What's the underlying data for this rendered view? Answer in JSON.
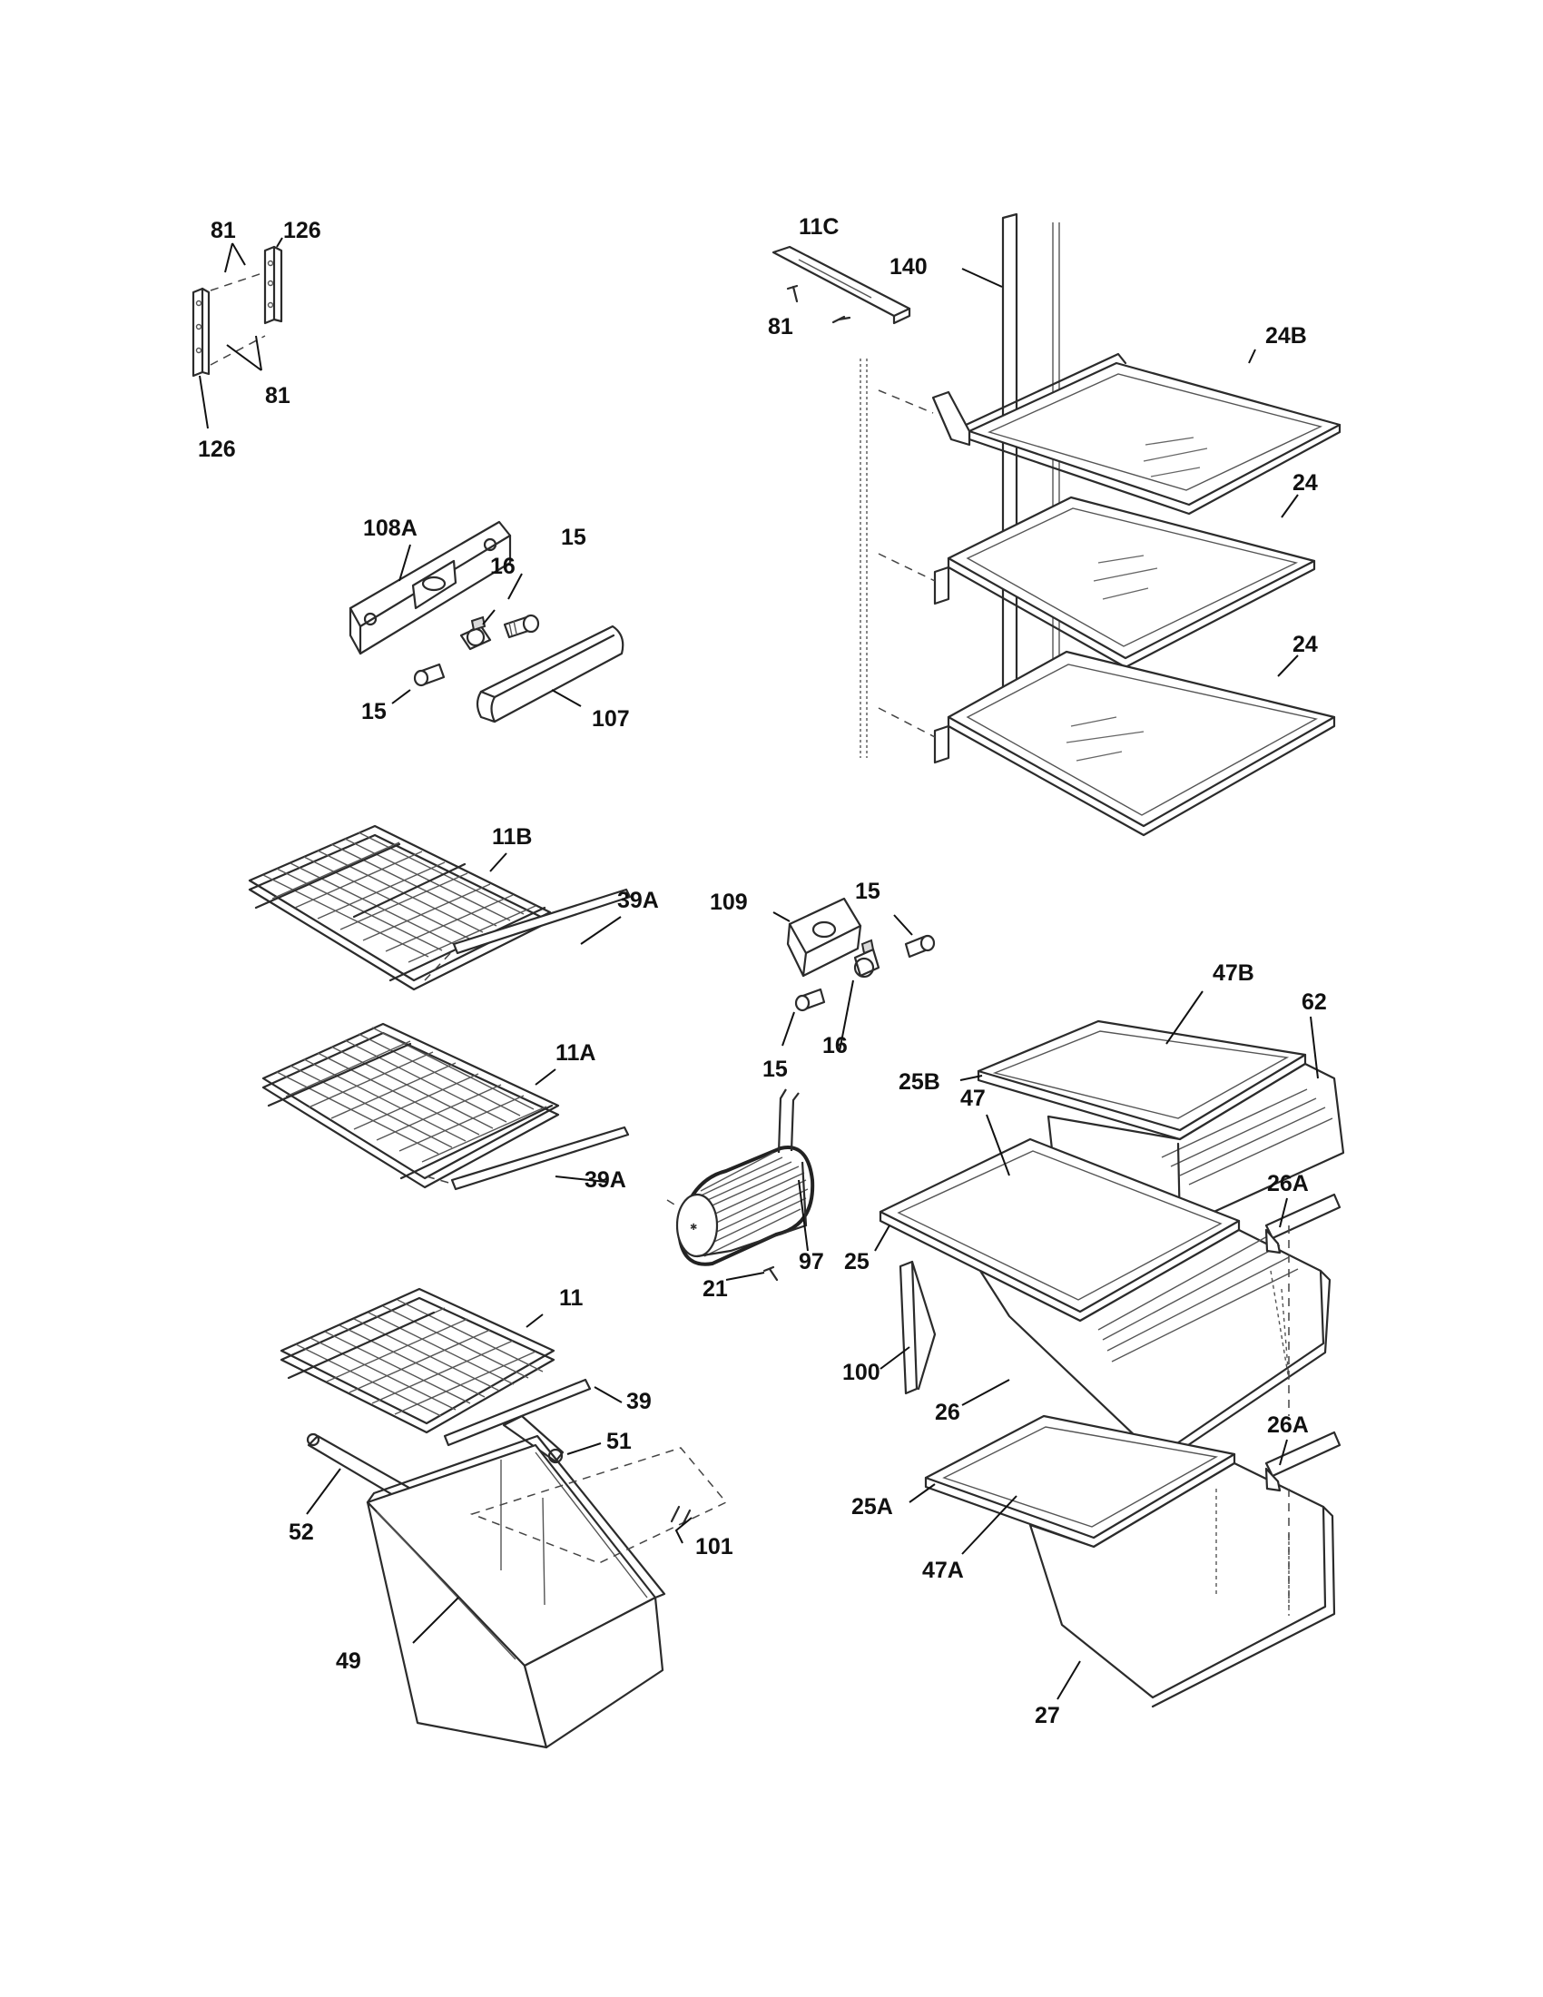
{
  "callouts": {
    "c81a": "81",
    "c126a": "126",
    "c81b": "81",
    "c126b": "126",
    "c11c": "11C",
    "c140": "140",
    "c81c": "81",
    "c24b": "24B",
    "c24a": "24",
    "c24c": "24",
    "c108a": "108A",
    "c16a": "16",
    "c15a": "15",
    "c15b": "15",
    "c107": "107",
    "c11b": "11B",
    "c39a1": "39A",
    "c109": "109",
    "c15c": "15",
    "c15d": "15",
    "c16b": "16",
    "c47b": "47B",
    "c62": "62",
    "c11a": "11A",
    "c39a2": "39A",
    "c25b": "25B",
    "c47": "47",
    "c97": "97",
    "c21": "21",
    "c25": "25",
    "c26a1": "26A",
    "c11": "11",
    "c39": "39",
    "c100": "100",
    "c26": "26",
    "c51": "51",
    "c26a2": "26A",
    "c52": "52",
    "c25a": "25A",
    "c101": "101",
    "c47a": "47A",
    "c49": "49",
    "c27": "27"
  }
}
